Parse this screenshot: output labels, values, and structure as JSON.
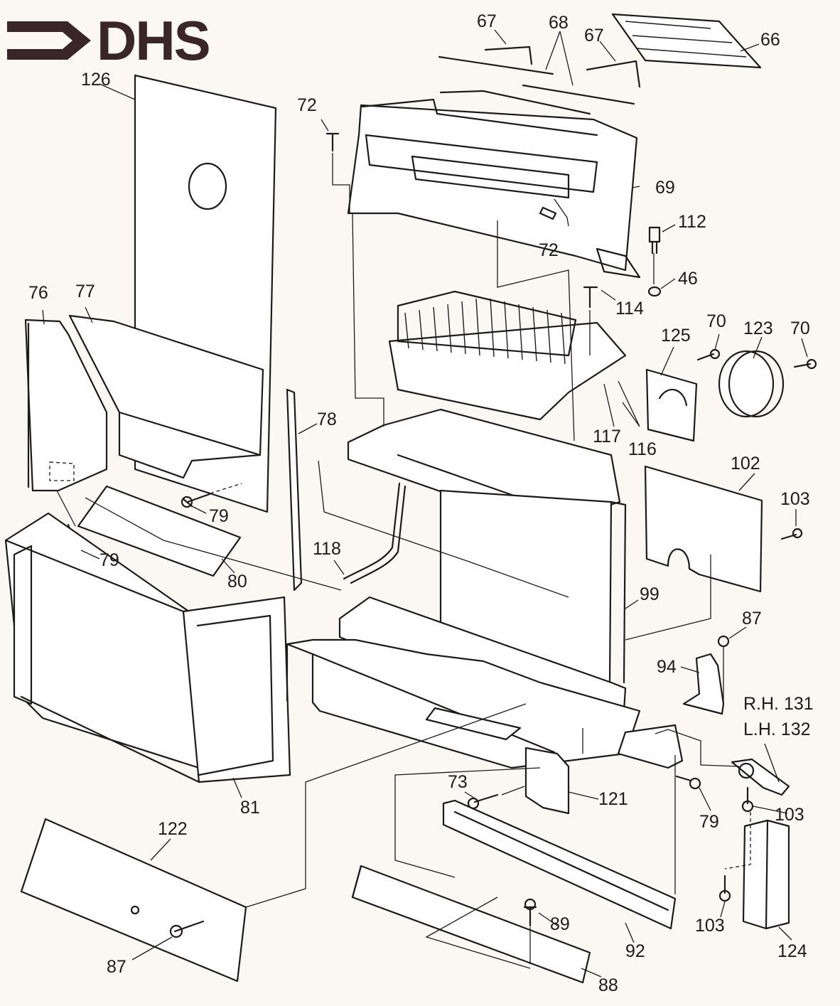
{
  "logo": {
    "text": "DHS",
    "color": "#3a2528"
  },
  "callouts": {
    "c66": "66",
    "c67a": "67",
    "c67b": "67",
    "c68": "68",
    "c72a": "72",
    "c72b": "72",
    "c69": "69",
    "c112": "112",
    "c46": "46",
    "c114": "114",
    "c126": "126",
    "c76": "76",
    "c77": "77",
    "c78": "78",
    "c79a": "79",
    "c79b": "79",
    "c79c": "79",
    "c80": "80",
    "c81": "81",
    "c125": "125",
    "c70a": "70",
    "c70b": "70",
    "c123": "123",
    "c117": "117",
    "c116": "116",
    "c102": "102",
    "c103a": "103",
    "c103b": "103",
    "c103c": "103",
    "c118": "118",
    "c99": "99",
    "c87a": "87",
    "c87b": "87",
    "c94": "94",
    "c131": "R.H. 131",
    "c132": "L.H. 132",
    "c73": "73",
    "c121": "121",
    "c122": "122",
    "c89": "89",
    "c92": "92",
    "c88": "88",
    "c124": "124"
  }
}
